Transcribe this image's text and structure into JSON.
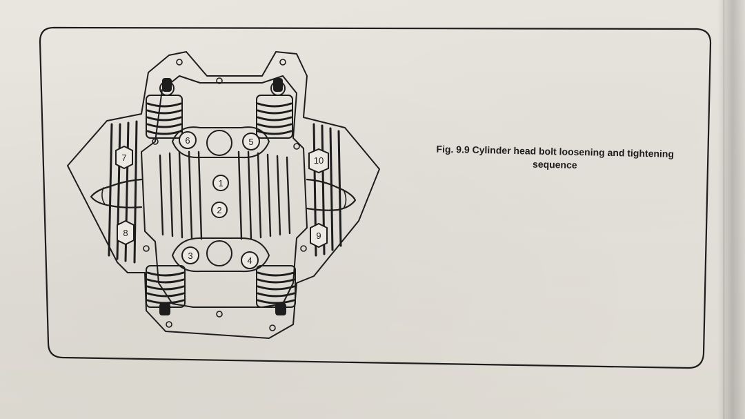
{
  "figure": {
    "caption_line1": "Fig. 9.9 Cylinder head bolt loosening and tightening",
    "caption_line2": "sequence",
    "bolt_numbers": [
      "1",
      "2",
      "3",
      "4",
      "5",
      "6",
      "7",
      "8",
      "9",
      "10"
    ]
  },
  "colors": {
    "paper": "#e6e3dc",
    "ink": "#1d1d1d"
  }
}
